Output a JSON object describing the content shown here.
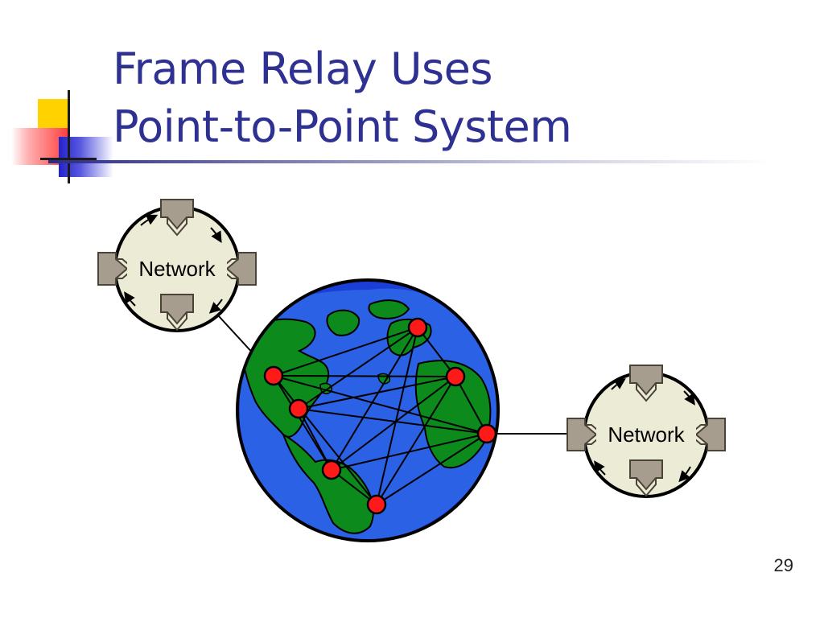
{
  "slide": {
    "title_line1": "Frame Relay Uses",
    "title_line2": "Point-to-Point System",
    "page_number": "29"
  },
  "diagram": {
    "left_network_label": "Network",
    "right_network_label": "Network"
  },
  "colors": {
    "title": "#2E3192",
    "ocean": "#1a3fd6",
    "land": "#0c8a1c",
    "node": "#ff1a1a",
    "network_bg": "#ecebd6",
    "network_icon": "#a79d8f"
  },
  "icons": [
    "network-cloud-icon",
    "globe-icon",
    "router-node-icon",
    "arrow-icon"
  ]
}
